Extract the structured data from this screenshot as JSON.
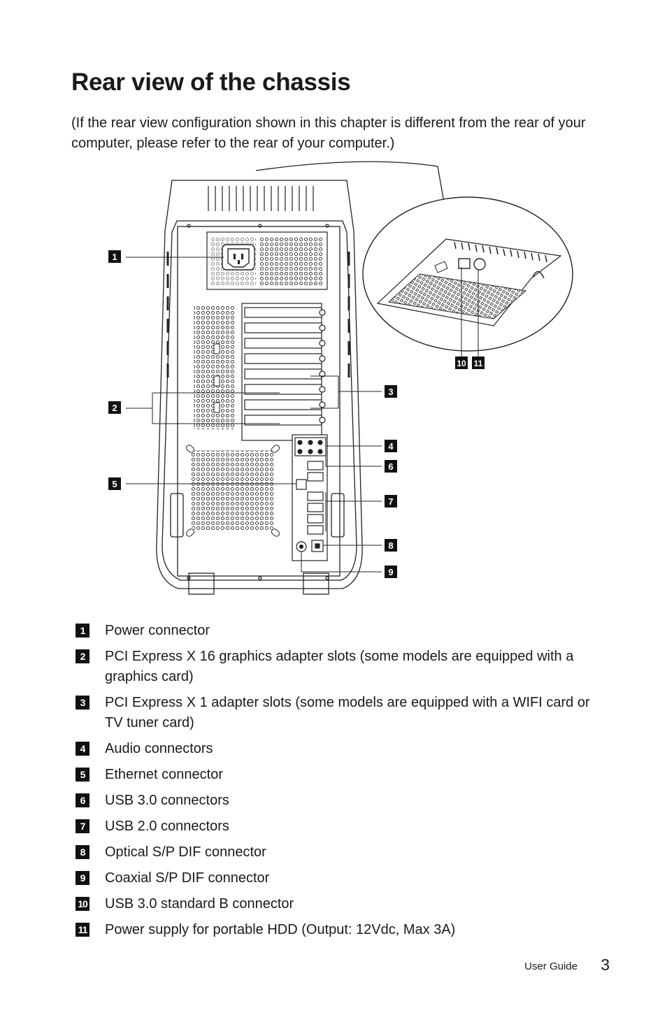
{
  "page": {
    "title": "Rear view of the chassis",
    "intro": "(If the rear view configuration shown in this chapter is different from the rear of your computer, please refer to the rear of your computer.)",
    "footer_label": "User Guide",
    "page_number": "3"
  },
  "callouts": [
    "1",
    "2",
    "3",
    "4",
    "5",
    "6",
    "7",
    "8",
    "9",
    "10",
    "11"
  ],
  "legend": [
    {
      "num": "1",
      "text": "Power connector"
    },
    {
      "num": "2",
      "text": "PCI Express X 16 graphics adapter slots (some models are equipped with a graphics card)"
    },
    {
      "num": "3",
      "text": "PCI Express X 1 adapter slots (some models are equipped with a WIFI card or TV tuner card)"
    },
    {
      "num": "4",
      "text": "Audio connectors"
    },
    {
      "num": "5",
      "text": "Ethernet connector"
    },
    {
      "num": "6",
      "text": "USB 3.0 connectors"
    },
    {
      "num": "7",
      "text": "USB 2.0 connectors"
    },
    {
      "num": "8",
      "text": "Optical S/P DIF connector"
    },
    {
      "num": "9",
      "text": "Coaxial S/P DIF connector"
    },
    {
      "num": "10",
      "text": "USB 3.0 standard B connector"
    },
    {
      "num": "11",
      "text": "Power supply for portable HDD (Output: 12Vdc, Max 3A)"
    }
  ]
}
